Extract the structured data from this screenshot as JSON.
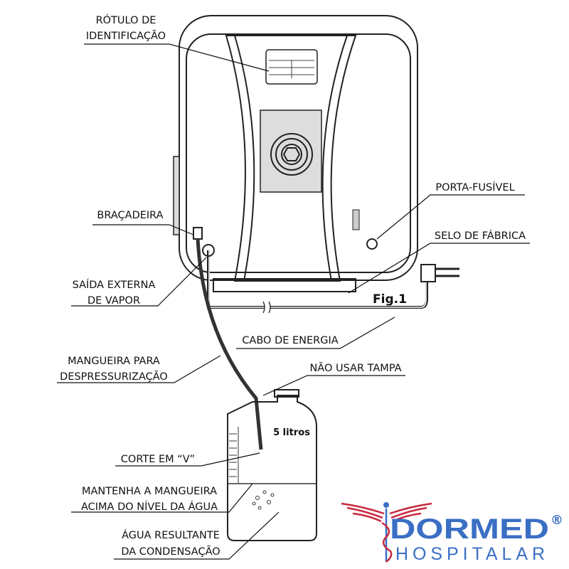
{
  "labels": {
    "rotulo_1": "RÓTULO DE",
    "rotulo_2": "IDENTIFICAÇÃO",
    "bracadeira": "BRAÇADEIRA",
    "saida_1": "SAÍDA EXTERNA",
    "saida_2": "DE VAPOR",
    "mangueira_1": "MANGUEIRA PARA",
    "mangueira_2": "DESPRESSURIZAÇÃO",
    "corte": "CORTE EM “V”",
    "mantenha_1": "MANTENHA A MANGUEIRA",
    "mantenha_2": "ACIMA DO NÍVEL DA ÁGUA",
    "agua_1": "ÁGUA RESULTANTE",
    "agua_2": "DA CONDENSAÇÃO",
    "porta_fusivel": "PORTA-FUSÍVEL",
    "selo": "SELO DE FÁBRICA",
    "fig": "Fig.1",
    "cabo": "CABO DE ENERGIA",
    "nao_usar": "NÃO USAR TAMPA",
    "jug": "5 litros"
  },
  "logo": {
    "brand": "DORMED",
    "reg": "®",
    "sub": "HOSPITALAR"
  },
  "colors": {
    "brand_blue": "#3a6fc4",
    "brand_red": "#c8283c"
  }
}
